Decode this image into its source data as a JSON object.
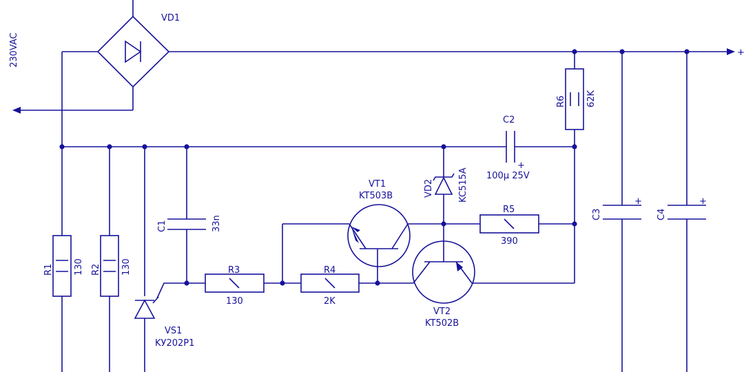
{
  "colors": {
    "ink": "#16129a",
    "background": "#ffffff"
  },
  "labels": {
    "input": "230VAC",
    "output": "+",
    "vd1": "VD1",
    "r1": {
      "ref": "R1",
      "value": "130"
    },
    "r2": {
      "ref": "R2",
      "value": "130"
    },
    "r3": {
      "ref": "R3",
      "value": "130"
    },
    "r4": {
      "ref": "R4",
      "value": "2K"
    },
    "r5": {
      "ref": "R5",
      "value": "390"
    },
    "r6": {
      "ref": "R6",
      "value": "62K"
    },
    "c1": {
      "ref": "C1",
      "value": "33n"
    },
    "c2": {
      "ref": "C2",
      "value": "100µ 25V",
      "polarity": "+"
    },
    "c3": {
      "ref": "C3",
      "polarity": "+"
    },
    "c4": {
      "ref": "C4",
      "polarity": "+"
    },
    "vd2": {
      "ref": "VD2",
      "value": "KC515A"
    },
    "vt1": {
      "ref": "VT1",
      "value": "KT503B"
    },
    "vt2": {
      "ref": "VT2",
      "value": "KT502B"
    },
    "vs1": {
      "ref": "VS1",
      "value": "KУ202P1"
    }
  }
}
